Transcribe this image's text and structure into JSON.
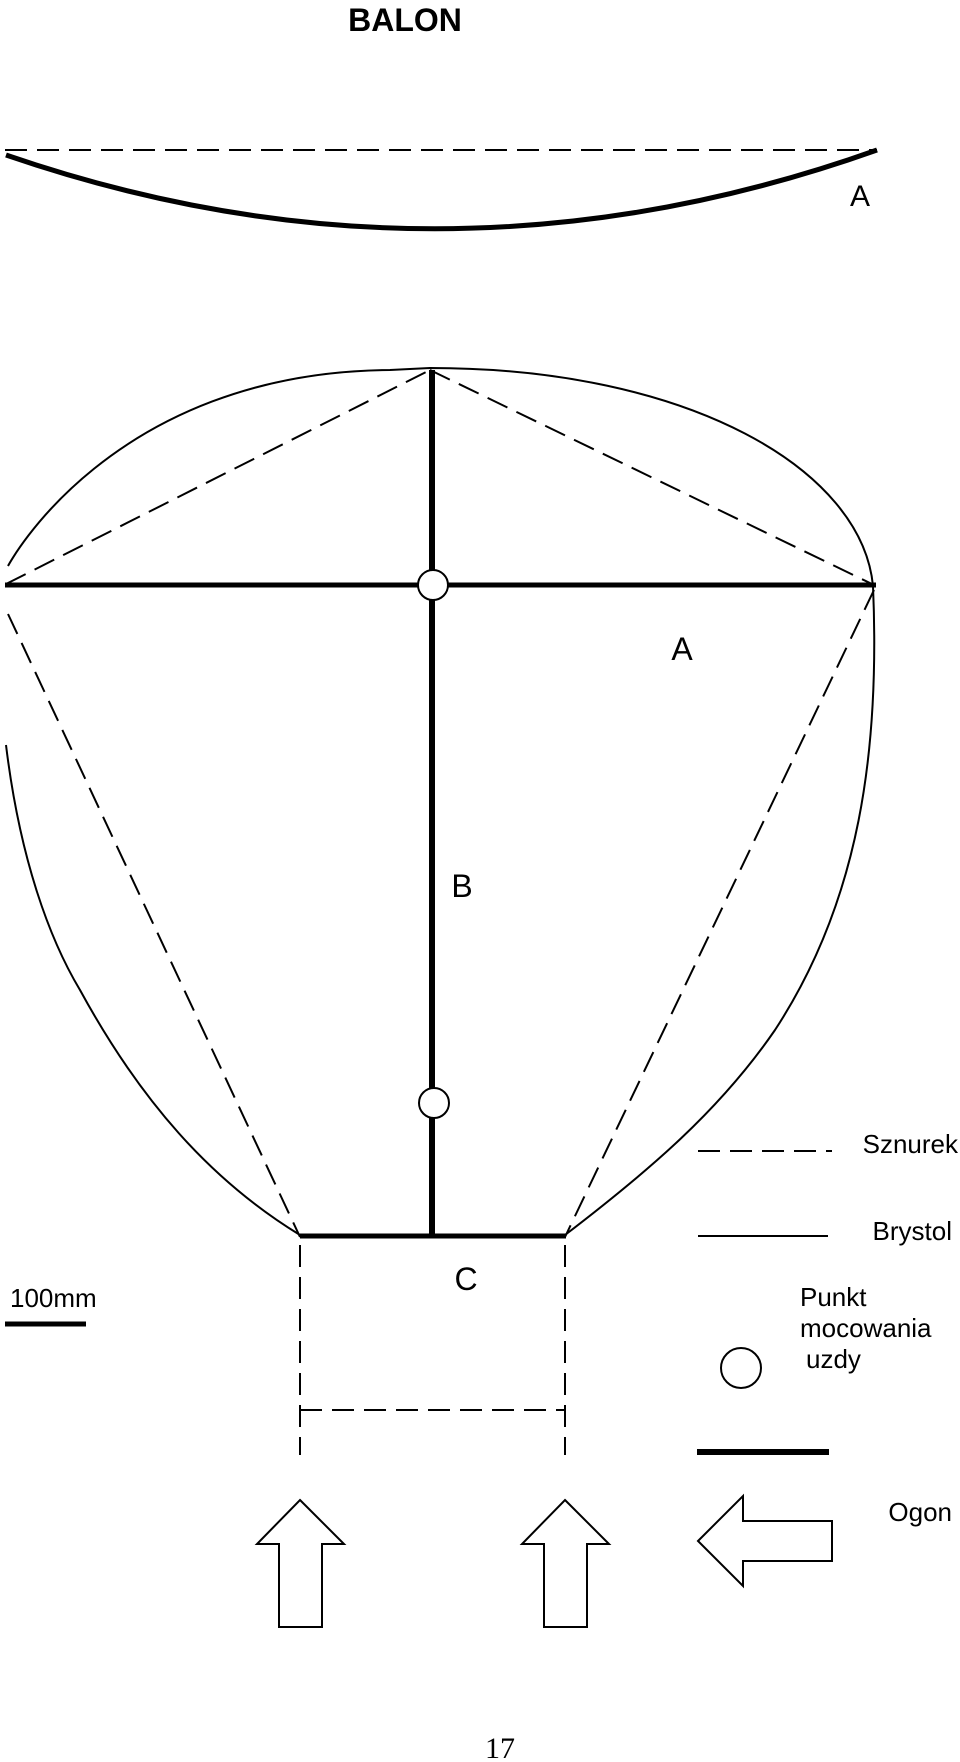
{
  "title": "BALON",
  "labels": {
    "part_a_top": "A",
    "part_a": "A",
    "part_b": "B",
    "part_c": "C"
  },
  "scale": {
    "label": "100mm"
  },
  "legend": {
    "string": "Sznurek",
    "bristol": "Brystol",
    "attach_line1": "Punkt",
    "attach_line2": "mocowania",
    "attach_line3": "uzdy",
    "tail": "Ogon"
  },
  "page_number": "17",
  "colors": {
    "ink": "#000000",
    "paper": "#ffffff"
  }
}
